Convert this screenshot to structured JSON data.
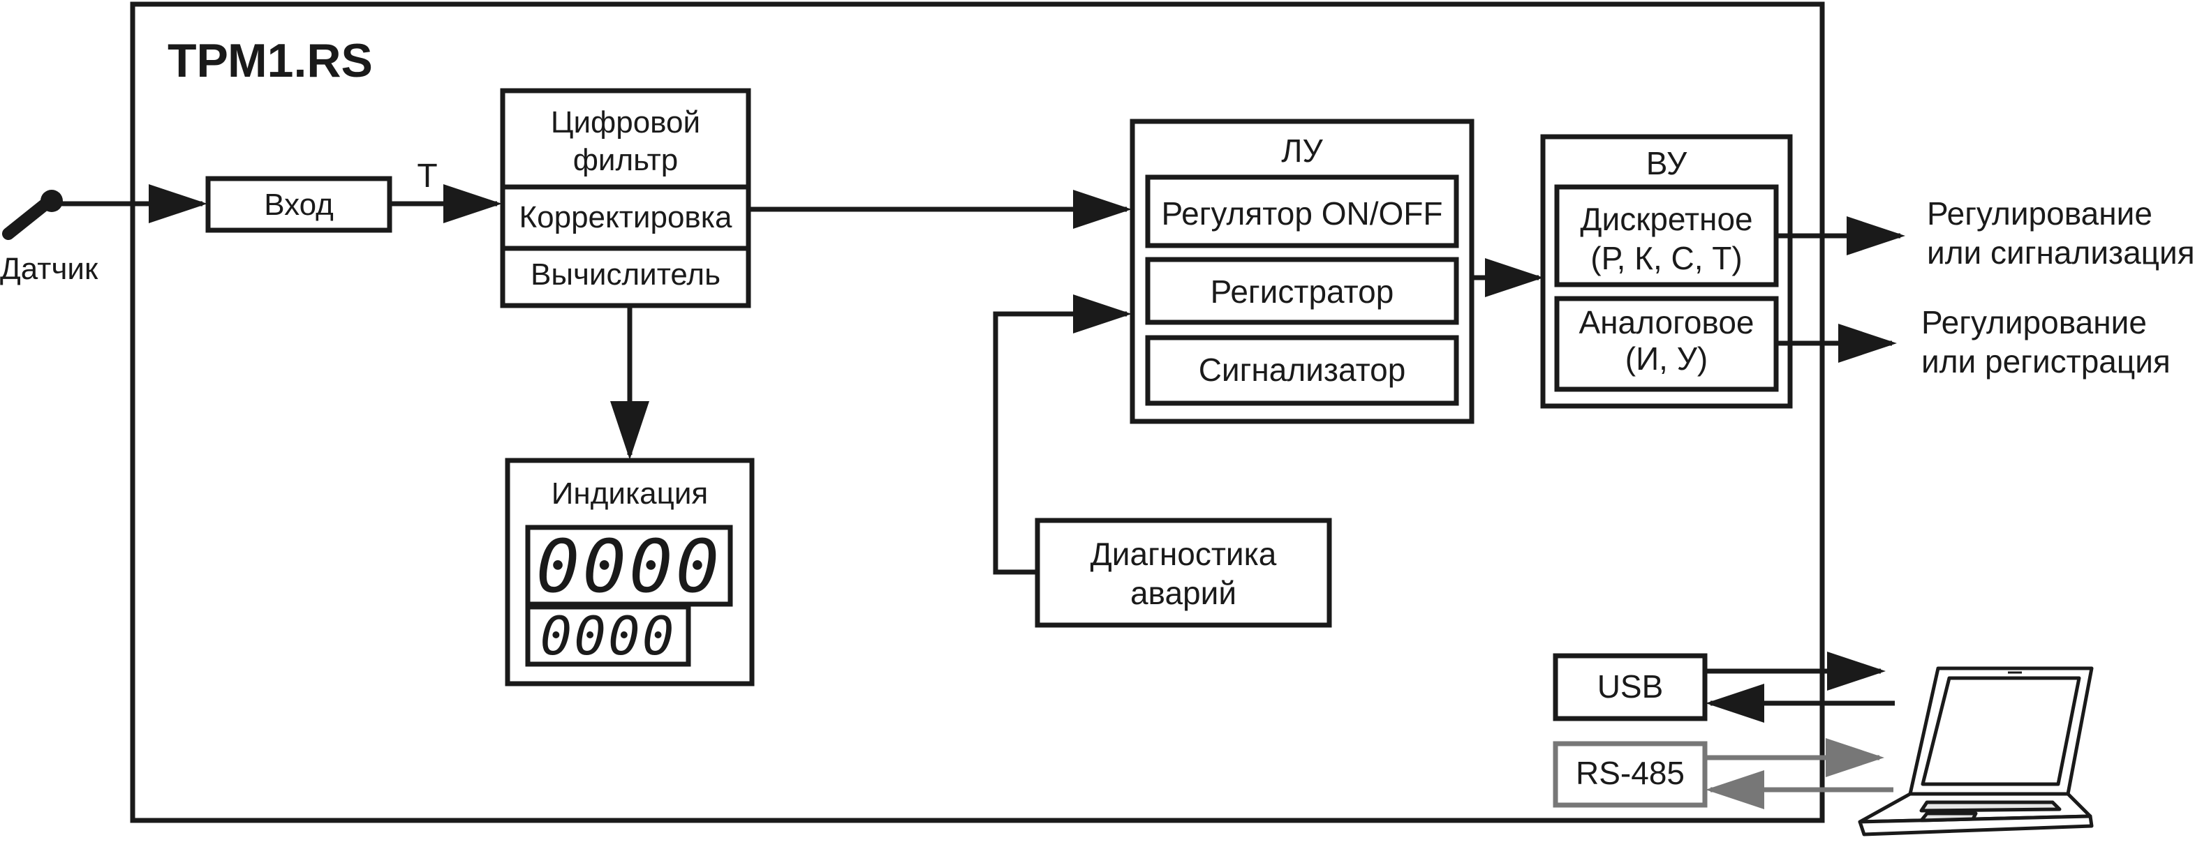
{
  "device_title": "ТРМ1.RS",
  "sensor_label": "Датчик",
  "signal_label": "Т",
  "input_label": "Вход",
  "processing": {
    "filter_line1": "Цифровой",
    "filter_line2": "фильтр",
    "correction": "Корректировка",
    "calculator": "Вычислитель"
  },
  "indication": {
    "title": "Индикация",
    "display_top": "0000",
    "display_bottom": "0000"
  },
  "logic_unit": {
    "title": "ЛУ",
    "regulator": "Регулятор ON/OFF",
    "recorder": "Регистратор",
    "alarm": "Сигнализатор"
  },
  "diagnostics": {
    "line1": "Диагностика",
    "line2": "аварий"
  },
  "output_unit": {
    "title": "ВУ",
    "discrete_line1": "Дискретное",
    "discrete_line2": "(Р, К, С, Т)",
    "analog_line1": "Аналоговое",
    "analog_line2": "(И, У)"
  },
  "outputs": {
    "discrete_line1": "Регулирование",
    "discrete_line2": "или сигнализация",
    "analog_line1": "Регулирование",
    "analog_line2": "или регистрация"
  },
  "interfaces": {
    "usb": "USB",
    "rs485": "RS-485"
  },
  "colors": {
    "line": "#1a1a1a",
    "rs485": "#777777"
  }
}
